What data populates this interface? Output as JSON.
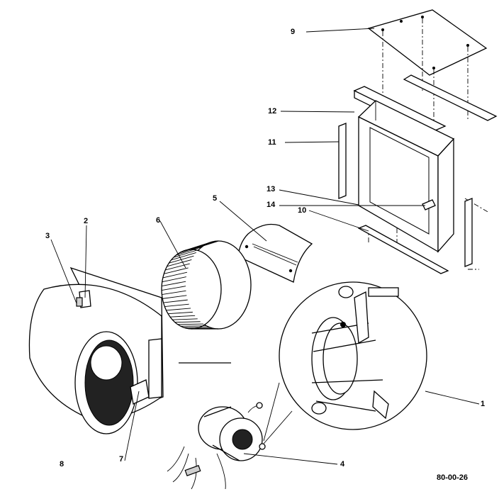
{
  "callouts": {
    "c1": "1",
    "c2": "2",
    "c3": "3",
    "c4": "4",
    "c5": "5",
    "c6": "6",
    "c7": "7",
    "c8": "8",
    "c9": "9",
    "c10": "10",
    "c11": "11",
    "c12": "12",
    "c13": "13",
    "c14": "14"
  },
  "drawing_number": "80-00-26"
}
